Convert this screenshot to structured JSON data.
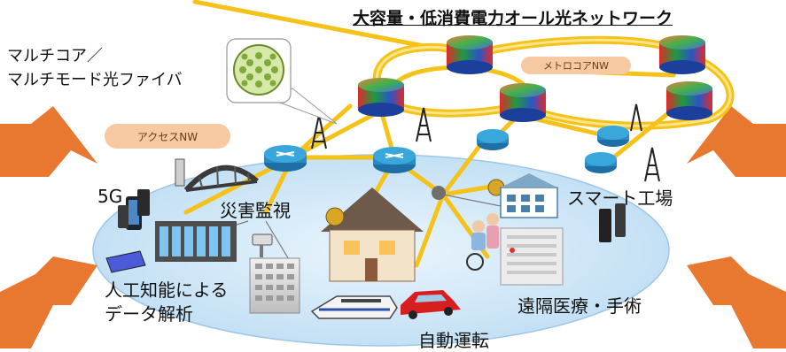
{
  "title": "大容量・低消費電力オール光ネットワーク",
  "fiber_label_line1": "マルチコア／",
  "fiber_label_line2": "マルチモード光ファイバ",
  "metro_label": "メトロコアNW",
  "access_label": "アクセスNW",
  "app_labels": {
    "5g": "5G",
    "disaster": "災害監視",
    "factory": "スマート工場",
    "ai_line1": "人工知能による",
    "ai_line2": "データ解析",
    "medical": "遠隔医療・手術",
    "driving": "自動運転"
  },
  "colors": {
    "fiber": "#f5c21a",
    "arrow": "#e8782f",
    "access_area": "#cfe6f7",
    "router_access": "#3aa7dc",
    "pill": "#f7c9a3"
  }
}
